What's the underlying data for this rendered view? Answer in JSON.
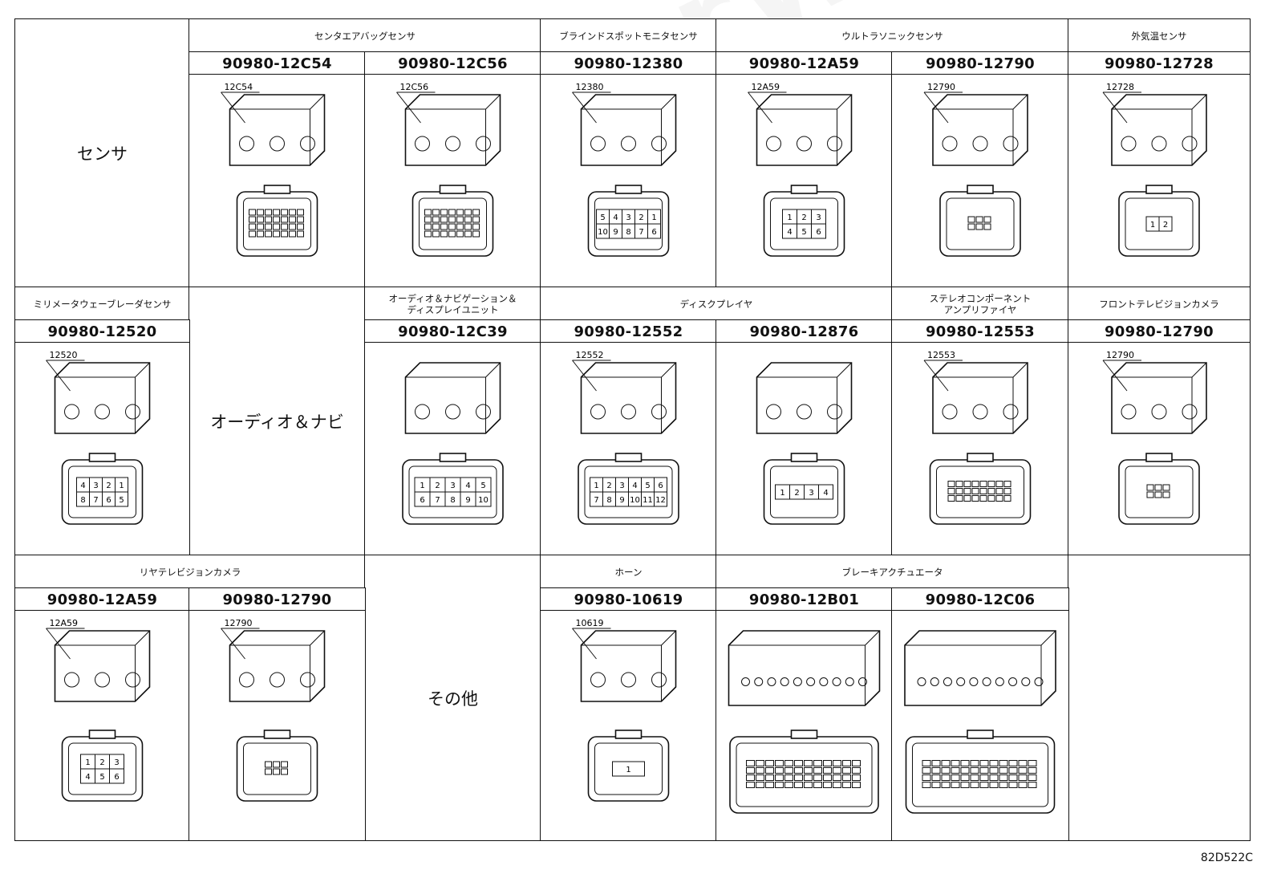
{
  "watermark": "ToyotaCarWiki.ru",
  "figure_code": "82D522C",
  "rows": [
    {
      "category": "センサ",
      "groups": [
        {
          "title": "センタエアバッグセンサ",
          "parts": [
            {
              "number": "90980-12C54",
              "callout": "12C54",
              "kind": "block",
              "pins": []
            },
            {
              "number": "90980-12C56",
              "callout": "12C56",
              "kind": "block",
              "pins": []
            }
          ]
        },
        {
          "title": "ブラインドスポットモニタセンサ",
          "parts": [
            {
              "number": "90980-12380",
              "callout": "12380",
              "kind": "round8",
              "pins": [
                "5",
                "4",
                "3",
                "2",
                "1",
                "10",
                "9",
                "8",
                "7",
                "6"
              ]
            }
          ]
        },
        {
          "title": "ウルトラソニックセンサ",
          "parts": [
            {
              "number": "90980-12A59",
              "callout": "12A59",
              "kind": "grid6",
              "pins": [
                "1",
                "2",
                "3",
                "4",
                "5",
                "6"
              ]
            },
            {
              "number": "90980-12790",
              "callout": "12790",
              "kind": "sq6",
              "pins": []
            }
          ]
        },
        {
          "title": "外気温センサ",
          "parts": [
            {
              "number": "90980-12728",
              "callout": "12728",
              "kind": "two",
              "pins": [
                "1",
                "2"
              ]
            }
          ]
        }
      ]
    },
    {
      "category": "オーディオ＆ナビ",
      "groups": [
        {
          "title": "ミリメータウェーブレーダセンサ",
          "parts": [
            {
              "number": "90980-12520",
              "callout": "12520",
              "kind": "round8",
              "pins": [
                "4",
                "3",
                "2",
                "1",
                "8",
                "7",
                "6",
                "5"
              ]
            }
          ]
        },
        {
          "title": "オーディオ＆ナビゲーション＆\nディスプレイユニット",
          "parts": [
            {
              "number": "90980-12C39",
              "callout": "",
              "kind": "row10",
              "pins": [
                "1",
                "2",
                "3",
                "4",
                "5",
                "6",
                "7",
                "8",
                "9",
                "10"
              ]
            }
          ]
        },
        {
          "title": "ディスクプレイヤ",
          "parts": [
            {
              "number": "90980-12552",
              "callout": "12552",
              "kind": "row12",
              "pins": [
                "1",
                "2",
                "3",
                "4",
                "5",
                "6",
                "7",
                "8",
                "9",
                "10",
                "11",
                "12"
              ]
            },
            {
              "number": "90980-12876",
              "callout": "",
              "kind": "row4",
              "pins": [
                "1",
                "2",
                "3",
                "4"
              ]
            }
          ]
        },
        {
          "title": "ステレオコンポーネント\nアンプリファイヤ",
          "parts": [
            {
              "number": "90980-12553",
              "callout": "12553",
              "kind": "dense",
              "pins": []
            }
          ]
        },
        {
          "title": "フロントテレビジョンカメラ",
          "parts": [
            {
              "number": "90980-12790",
              "callout": "12790",
              "kind": "sq6",
              "pins": []
            }
          ]
        }
      ]
    },
    {
      "category": "その他",
      "groups": [
        {
          "title": "リヤテレビジョンカメラ",
          "parts": [
            {
              "number": "90980-12A59",
              "callout": "12A59",
              "kind": "grid6",
              "pins": [
                "1",
                "2",
                "3",
                "4",
                "5",
                "6"
              ]
            },
            {
              "number": "90980-12790",
              "callout": "12790",
              "kind": "sq6",
              "pins": []
            }
          ]
        },
        {
          "title": "ホーン",
          "parts": [
            {
              "number": "90980-10619",
              "callout": "10619",
              "kind": "single",
              "pins": [
                "1"
              ]
            }
          ]
        },
        {
          "title": "ブレーキアクチュエータ",
          "parts": [
            {
              "number": "90980-12B01",
              "callout": "",
              "kind": "big",
              "pins": []
            },
            {
              "number": "90980-12C06",
              "callout": "",
              "kind": "big",
              "pins": []
            }
          ]
        }
      ]
    }
  ]
}
